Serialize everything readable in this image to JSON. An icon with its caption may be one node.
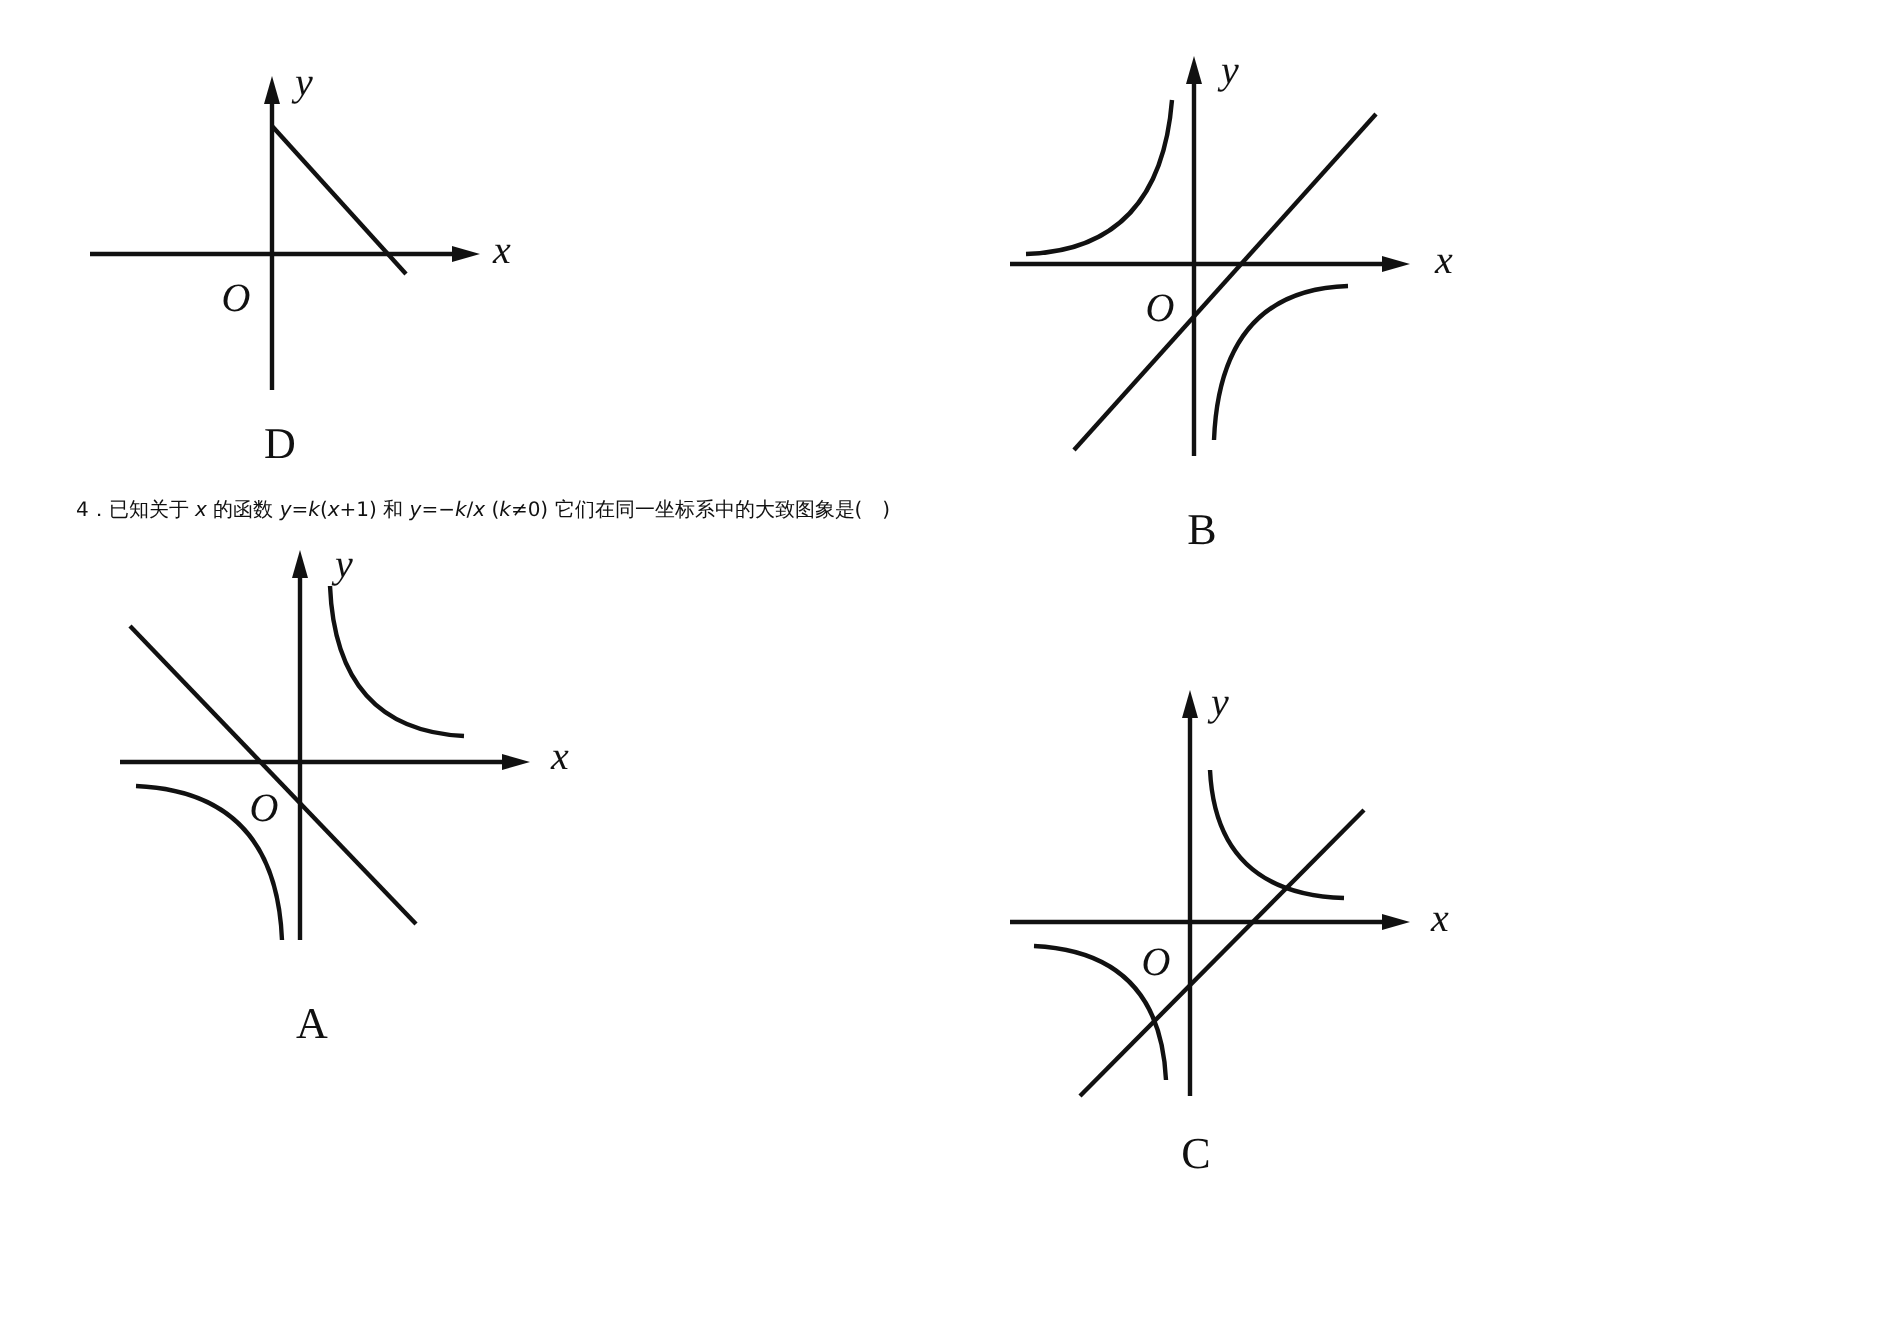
{
  "diagram": {
    "labels": [
      "y",
      "x",
      "O",
      "D",
      "y",
      "x",
      "O",
      "B",
      "4．已知关于 *x* 的函数 *y*=*k*(*x*+1) 和 *y*=−*k*/*x* (*k*≠0) 它们在同一坐标系中的大致图象是(　)",
      "y",
      "x",
      "O",
      "A",
      "y",
      "x",
      "O",
      "C"
    ]
  }
}
